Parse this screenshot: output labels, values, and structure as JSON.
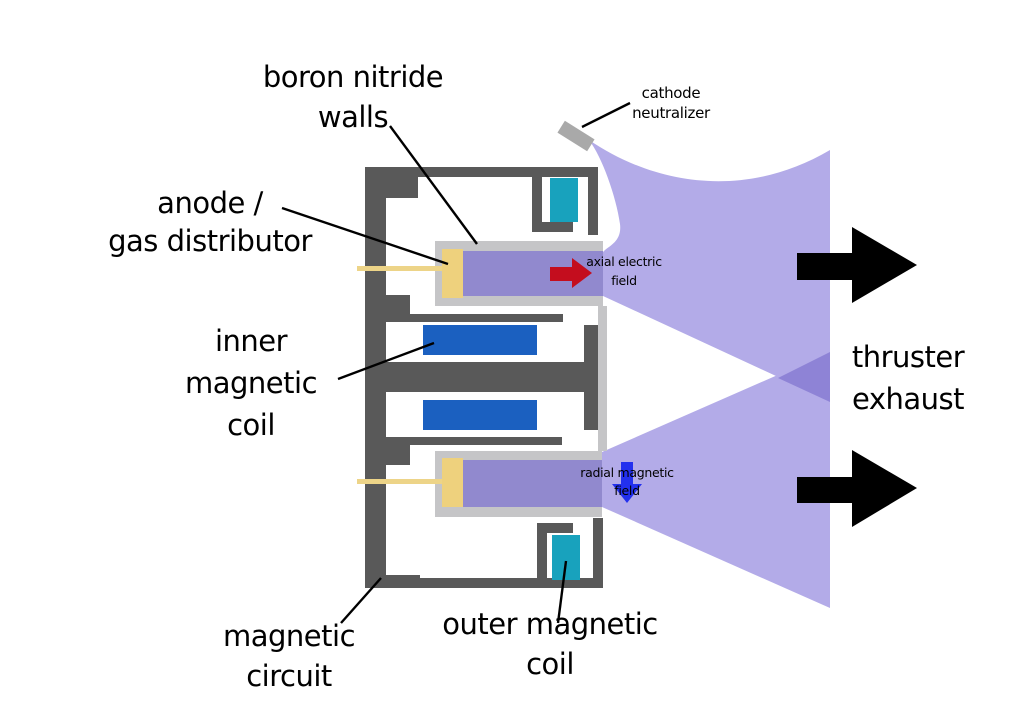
{
  "diagram": {
    "type": "hall-effect-thruster-cross-section",
    "labels": {
      "boron_nitride_walls": {
        "lines": [
          "boron nitride",
          "walls"
        ]
      },
      "cathode_neutralizer": {
        "lines": [
          "cathode",
          "neutralizer"
        ]
      },
      "anode_gas_distributor": {
        "lines": [
          "anode /",
          "gas distributor"
        ]
      },
      "inner_magnetic_coil": {
        "lines": [
          "inner",
          "magnetic",
          "coil"
        ]
      },
      "axial_electric_field": {
        "lines": [
          "axial electric",
          "field"
        ]
      },
      "radial_magnetic_field": {
        "lines": [
          "radial magnetic",
          "field"
        ]
      },
      "thruster_exhaust": {
        "lines": [
          "thruster",
          "exhaust"
        ]
      },
      "magnetic_circuit": {
        "lines": [
          "magnetic",
          "circuit"
        ]
      },
      "outer_magnetic_coil": {
        "lines": [
          "outer magnetic",
          "coil"
        ]
      }
    },
    "arrows": {
      "axial_electric_field_arrow": {
        "direction": "right",
        "color": "#c40d1e"
      },
      "radial_magnetic_field_arrow": {
        "direction": "down",
        "color": "#2330ee"
      },
      "thruster_exhaust_arrows": {
        "direction": "right",
        "count": 2,
        "color": "#000000"
      }
    },
    "colors": {
      "magnetic_circuit_gray": "#595959",
      "boron_nitride_wall_gray": "#c5c5c7",
      "plasma_channel_purple": "#9189ce",
      "exhaust_plume_purple": "#b3abe8",
      "plume_overlap_purple": "#8e83d6",
      "anode_yellow": "#eed17d",
      "inner_coil_blue": "#1b60c0",
      "outer_coil_teal": "#18a2bd",
      "cathode_gray": "#a9a9a9",
      "background": "#ffffff"
    }
  }
}
